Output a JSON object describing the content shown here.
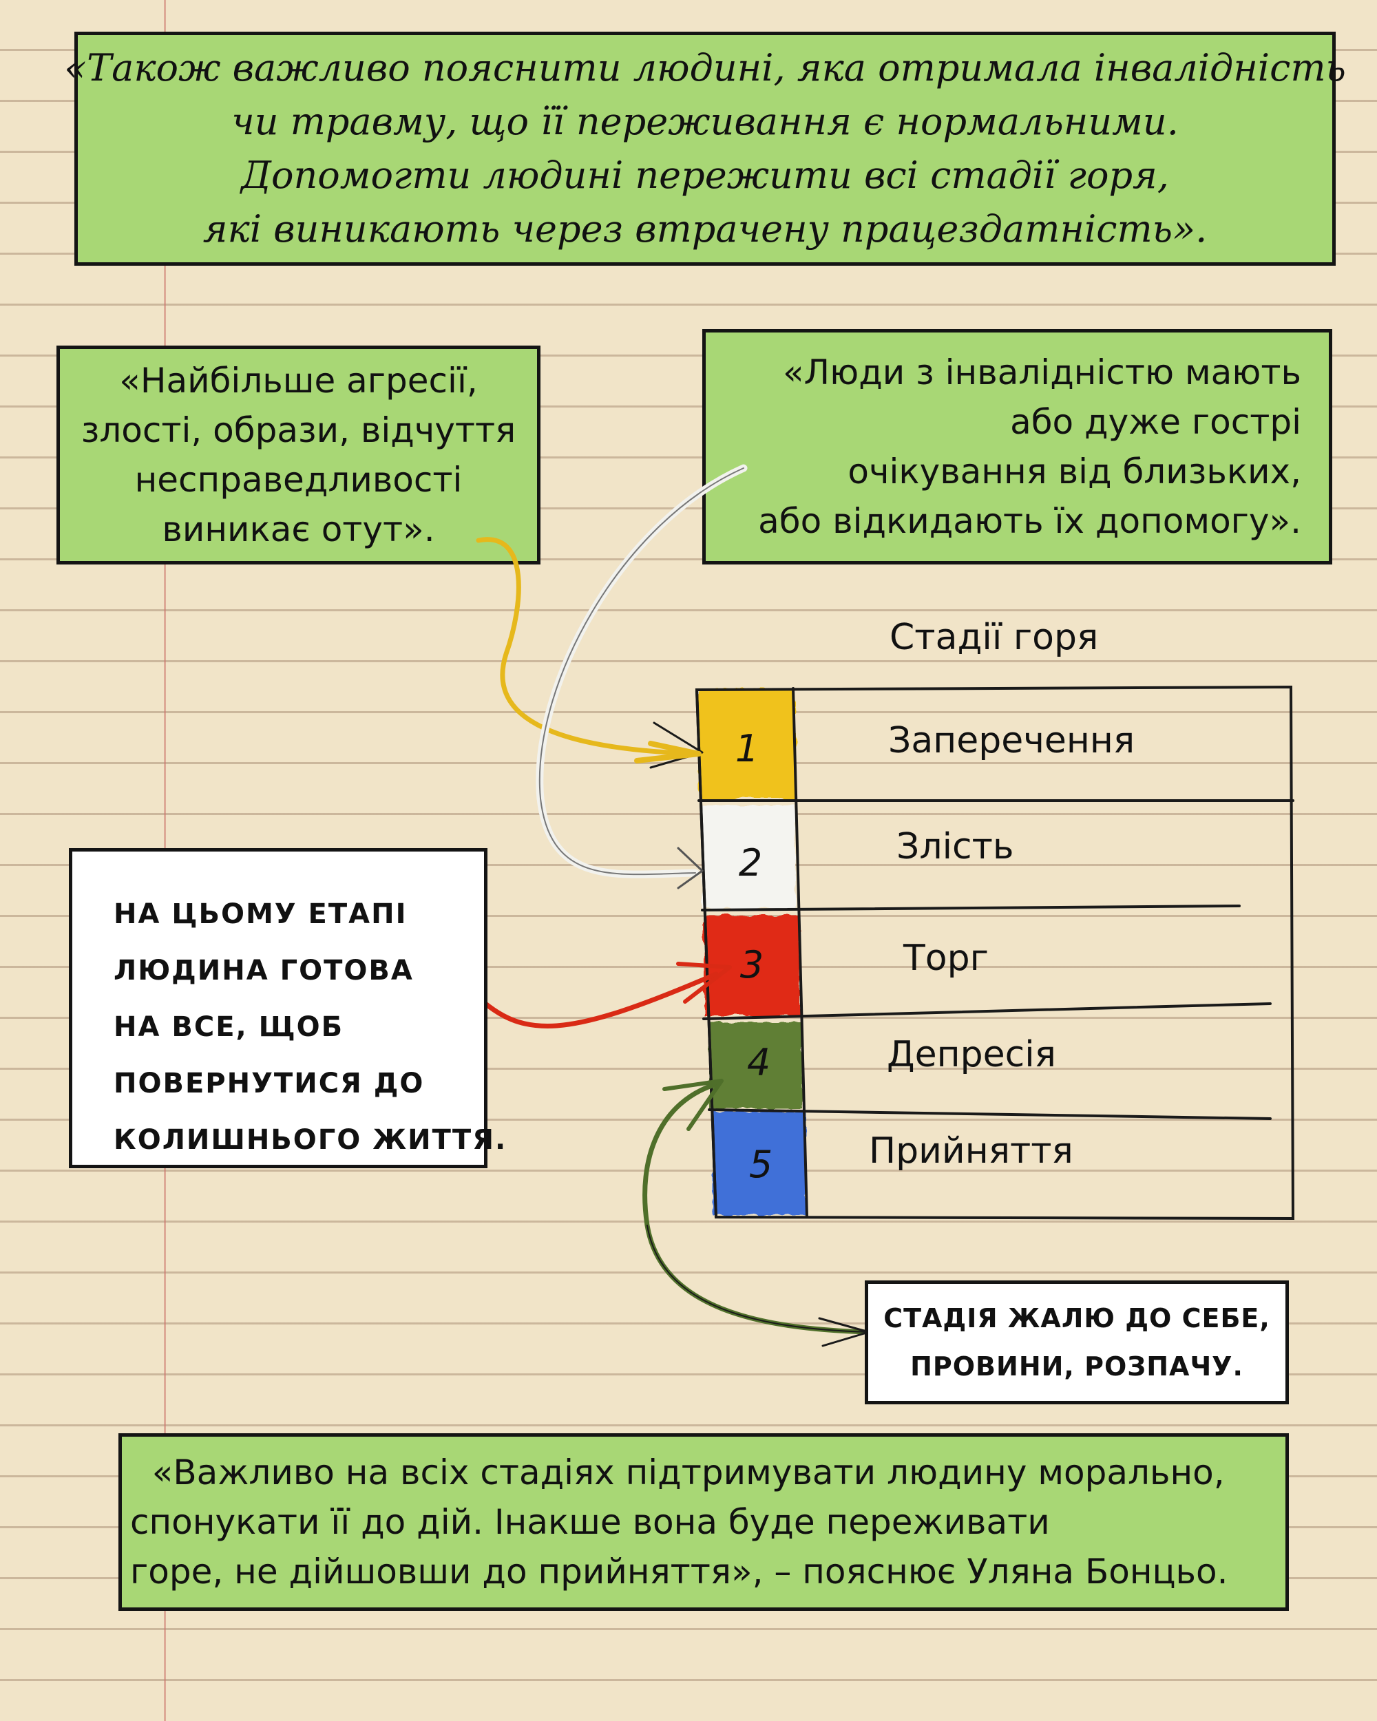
{
  "top_quote": {
    "lines": [
      "«Також важливо пояснити людині, яка отримала інвалідність",
      "чи травму, що її переживання є нормальними.",
      "Допомогти людині пережити всі стадії горя,",
      "які виникають через втрачену працездатність»."
    ]
  },
  "aggression_quote": {
    "lines": [
      "«Найбільше агресії,",
      "злості, образи, відчуття",
      "несправедливості",
      "виникає отут»."
    ]
  },
  "expectations_quote": {
    "lines": [
      "«Люди з інвалідністю мають",
      "або дуже гострі",
      "очікування від близьких,",
      "або відкидають їх допомогу»."
    ]
  },
  "stages_table": {
    "title": "Стадії горя",
    "stages": [
      {
        "number": "1",
        "label": "Заперечення",
        "color": "#f0c21f"
      },
      {
        "number": "2",
        "label": "Злість",
        "color": "#f4f4f0"
      },
      {
        "number": "3",
        "label": "Торг",
        "color": "#e02a12"
      },
      {
        "number": "4",
        "label": "Депресія",
        "color": "#617f34"
      },
      {
        "number": "5",
        "label": "Прийняття",
        "color": "#3f6fd8"
      }
    ]
  },
  "bargain_note": {
    "lines": [
      "На цьому етапі",
      "людина готова",
      "на все, щоб",
      "повернутися до",
      "колишнього життя."
    ]
  },
  "depression_note": {
    "lines": [
      "Стадія жалю до себе,",
      "провини, розпачу."
    ]
  },
  "bottom_quote": {
    "lines": [
      "  «Важливо на всіх стадіях підтримувати людину морально,",
      "спонукати її до дій. Інакше вона буде переживати",
      "горе, не дійшовши до прийняття», – пояснює Уляна Бонцьо."
    ]
  },
  "colors": {
    "box_green": "#a8d775",
    "arrow_yellow": "#e6b81c",
    "arrow_white": "#f2f2ee",
    "arrow_red": "#d92a15",
    "arrow_green": "#4f6f2a"
  }
}
